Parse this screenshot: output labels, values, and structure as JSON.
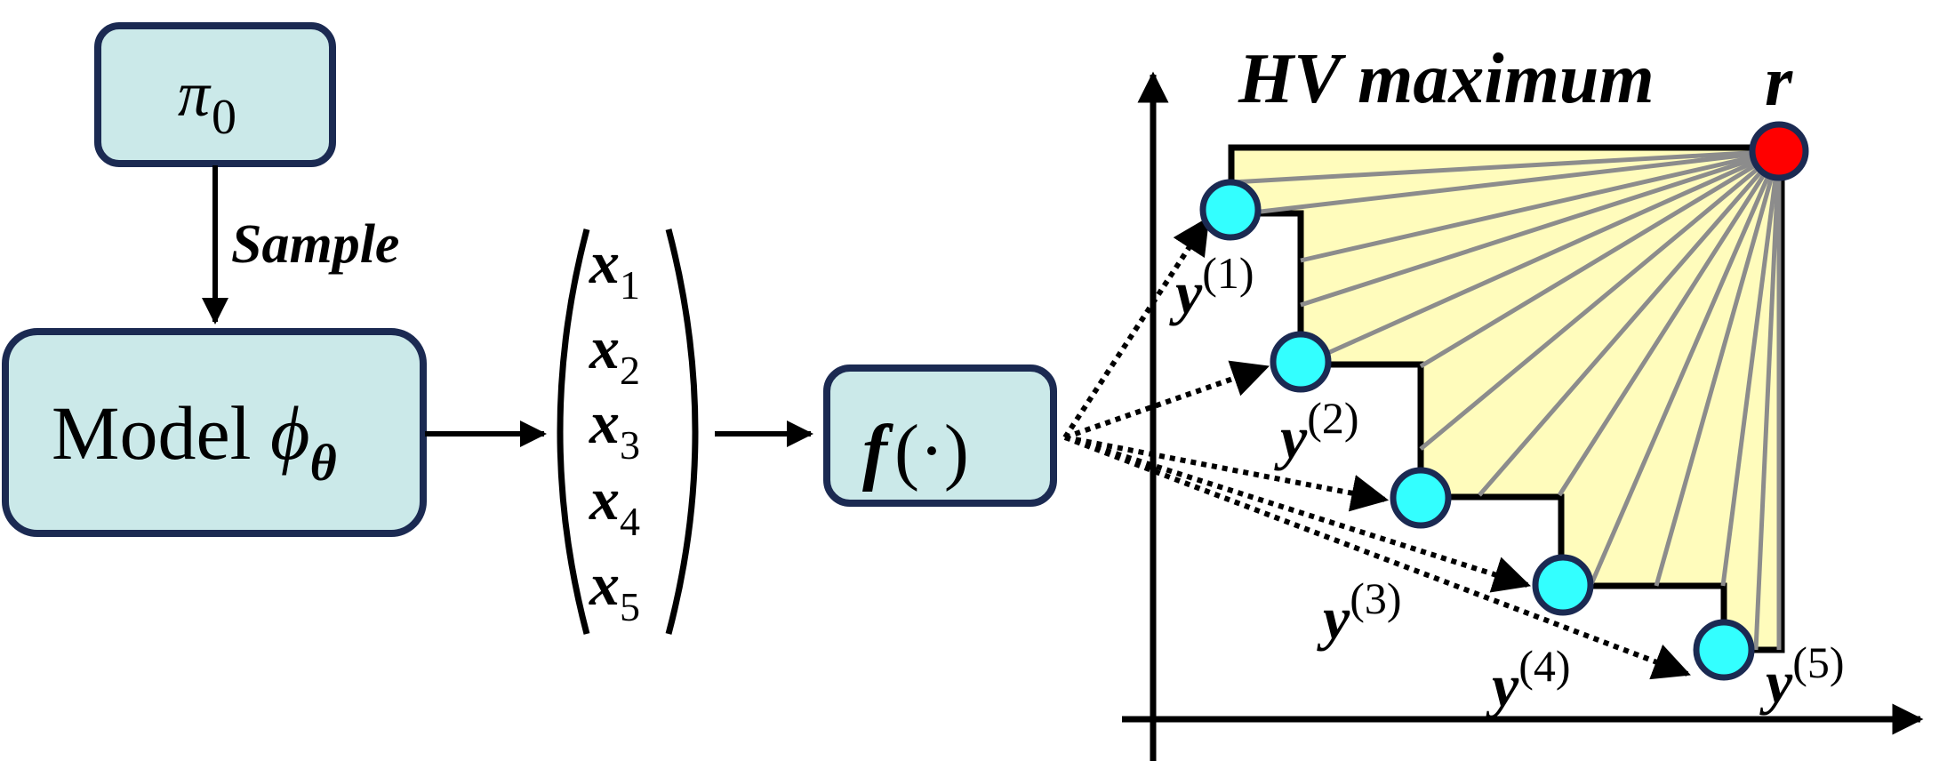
{
  "diagram": {
    "nodes": {
      "prior": {
        "symbol": "π",
        "sub": "0"
      },
      "model": {
        "label": "Model ",
        "symbol": "ϕ",
        "sub": "θ"
      },
      "objective": {
        "symbol": "f",
        "args": "(·)"
      }
    },
    "edges": {
      "prior_to_model": {
        "label": "Sample"
      }
    },
    "samples": {
      "symbol": "x",
      "subs": [
        "1",
        "2",
        "3",
        "4",
        "5"
      ]
    },
    "plot": {
      "title": "HV maximum",
      "reference_label": "r",
      "points": [
        {
          "symbol": "y",
          "sup": "(1)"
        },
        {
          "symbol": "y",
          "sup": "(2)"
        },
        {
          "symbol": "y",
          "sup": "(3)"
        },
        {
          "symbol": "y",
          "sup": "(4)"
        },
        {
          "symbol": "y",
          "sup": "(5)"
        }
      ],
      "colors": {
        "region_fill": "#fffcbc",
        "point_fill": "#33ffff",
        "reference_fill": "#ff0000",
        "outline": "#1b2a52",
        "ray": "#8c8c8c"
      }
    }
  }
}
